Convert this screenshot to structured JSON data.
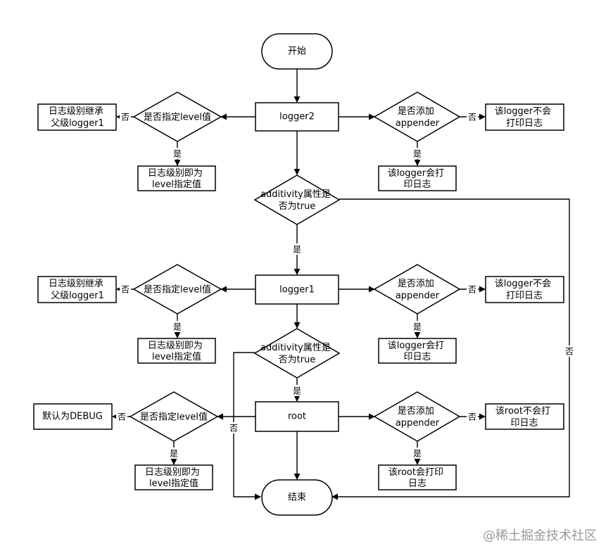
{
  "nodes": {
    "start": "开始",
    "end": "结束",
    "logger2": "logger2",
    "logger1": "logger1",
    "root": "root",
    "level_check_logger2": "是否指定level值",
    "level_check_logger1": "是否指定level值",
    "level_check_root": "是否指定level值",
    "inherit_logger2": [
      "日志级别继承",
      "父级logger1"
    ],
    "inherit_logger1": [
      "日志级别继承",
      "父级logger1"
    ],
    "default_debug": "默认为DEBUG",
    "level_is_value_logger2": [
      "日志级别即为",
      "level指定值"
    ],
    "level_is_value_logger1": [
      "日志级别即为",
      "level指定值"
    ],
    "level_is_value_root": [
      "日志级别即为",
      "level指定值"
    ],
    "appender_check_logger2": [
      "是否添加",
      "appender"
    ],
    "appender_check_logger1": [
      "是否添加",
      "appender"
    ],
    "appender_check_root": [
      "是否添加",
      "appender"
    ],
    "no_print_logger2": [
      "该logger不会",
      "打印日志"
    ],
    "no_print_logger1": [
      "该logger不会",
      "打印日志"
    ],
    "no_print_root": [
      "该root不会打",
      "印日志"
    ],
    "print_logger2": [
      "该logger会打",
      "印日志"
    ],
    "print_logger1": [
      "该logger会打",
      "印日志"
    ],
    "print_root": [
      "该root会打印",
      "日志"
    ],
    "additivity_logger2": [
      "additivity属性是",
      "否为true"
    ],
    "additivity_logger1": [
      "additivity属性是",
      "否为true"
    ]
  },
  "labels": {
    "yes": "是",
    "no": "否"
  },
  "watermark": "@稀土掘金技术社区"
}
